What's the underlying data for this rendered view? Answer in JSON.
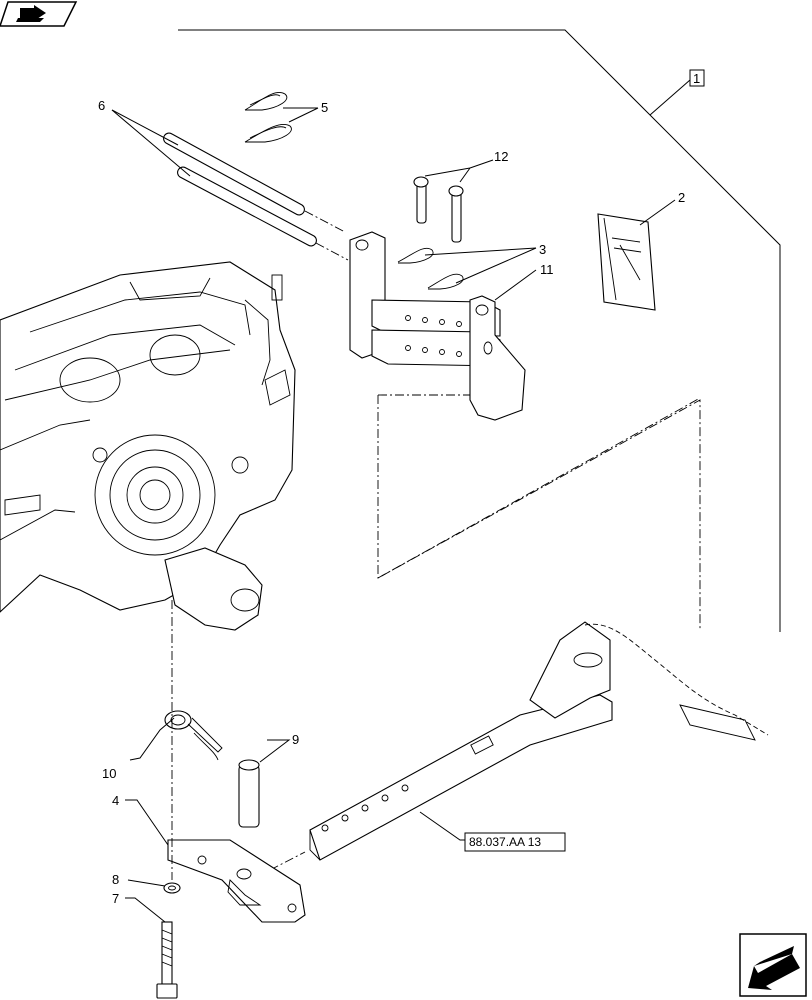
{
  "colors": {
    "line": "#000000",
    "background": "#ffffff"
  },
  "icons": {
    "nav_top_left": "arrow-folder-icon",
    "nav_bottom_right": "arrow-down-left-icon"
  },
  "callouts": {
    "c1": "1",
    "c2": "2",
    "c3": "3",
    "c4": "4",
    "c5": "5",
    "c6": "6",
    "c7": "7",
    "c8": "8",
    "c9": "9",
    "c10": "10",
    "c11": "11",
    "c12": "12"
  },
  "reference": "88.037.AA 13"
}
